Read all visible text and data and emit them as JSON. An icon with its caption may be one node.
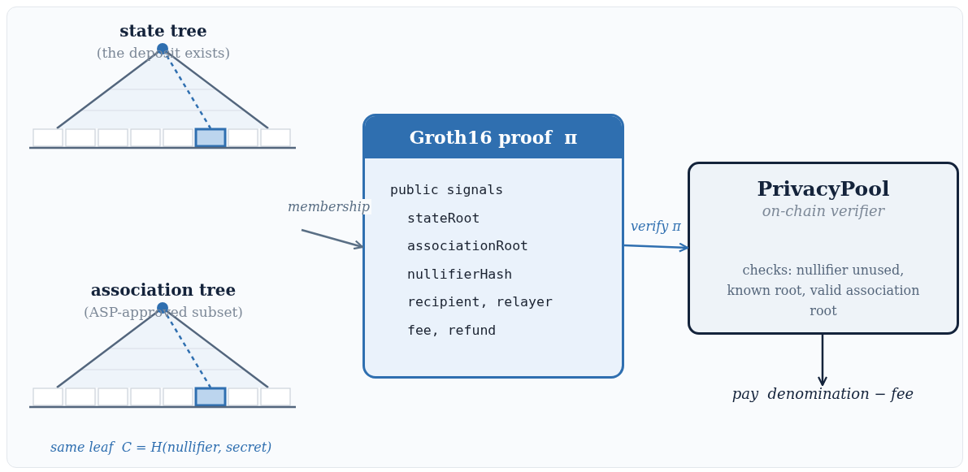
{
  "diagram": {
    "nodes": [
      {
        "text": [
          "state tree",
          "(the deposit exists)"
        ]
      },
      {
        "text": [
          "association tree",
          "(ASP-approved subset)"
        ]
      },
      {
        "text": [
          "Groth16 proof  π",
          "public signals",
          "stateRoot",
          "associationRoot",
          "nullifierHash",
          "recipient, relayer",
          "fee, refund"
        ]
      },
      {
        "text": [
          "PrivacyPool",
          "on-chain verifier",
          "checks: nullifier unused, known root, valid association root"
        ]
      },
      {
        "text": [
          "pay  denomination − fee"
        ]
      }
    ],
    "edges": [
      {
        "from": null,
        "to": 2,
        "arrow": "to",
        "label": "membership",
        "color": "#5a6f85"
      },
      {
        "from": 2,
        "to": 3,
        "arrow": "to",
        "label": "verify π",
        "color": "#2f6fb0"
      },
      {
        "from": 3,
        "to": 4,
        "arrow": "to",
        "color": "#14233b"
      }
    ],
    "labels": [
      "same leaf  C = H(nullifier, secret)"
    ]
  }
}
